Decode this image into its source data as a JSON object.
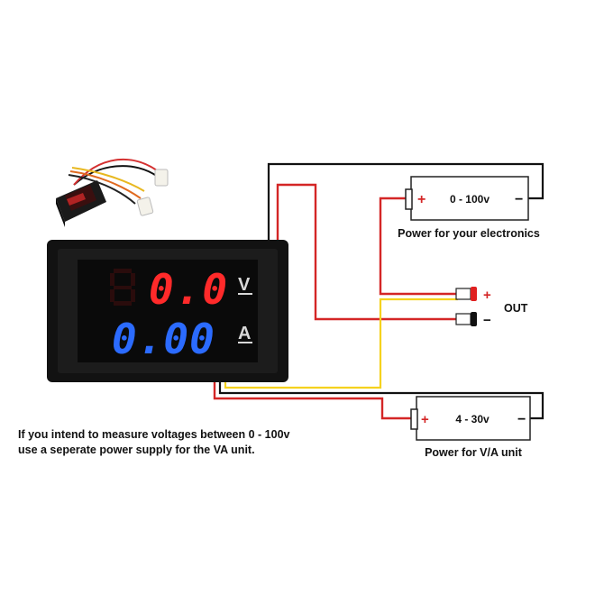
{
  "meter": {
    "voltage_reading": "0.0",
    "current_reading": "0.00",
    "voltage_unit": "V",
    "current_unit": "A"
  },
  "battery_top": {
    "label": "0 - 100v",
    "caption": "Power for your electronics",
    "plus": "+",
    "minus": "−"
  },
  "battery_bottom": {
    "label": "4 - 30v",
    "caption": "Power  for V/A unit",
    "plus": "+",
    "minus": "−"
  },
  "output": {
    "label": "OUT",
    "plus": "+",
    "minus": "−"
  },
  "note": {
    "line1": "If you intend to measure voltages between 0 - 100v",
    "line2": "use a seperate power supply for the VA unit."
  },
  "colors": {
    "wire_black": "#111111",
    "wire_red": "#d42626",
    "wire_yellow": "#f5d21e",
    "display_red": "#ff2a2a",
    "display_blue": "#2b6bff"
  }
}
